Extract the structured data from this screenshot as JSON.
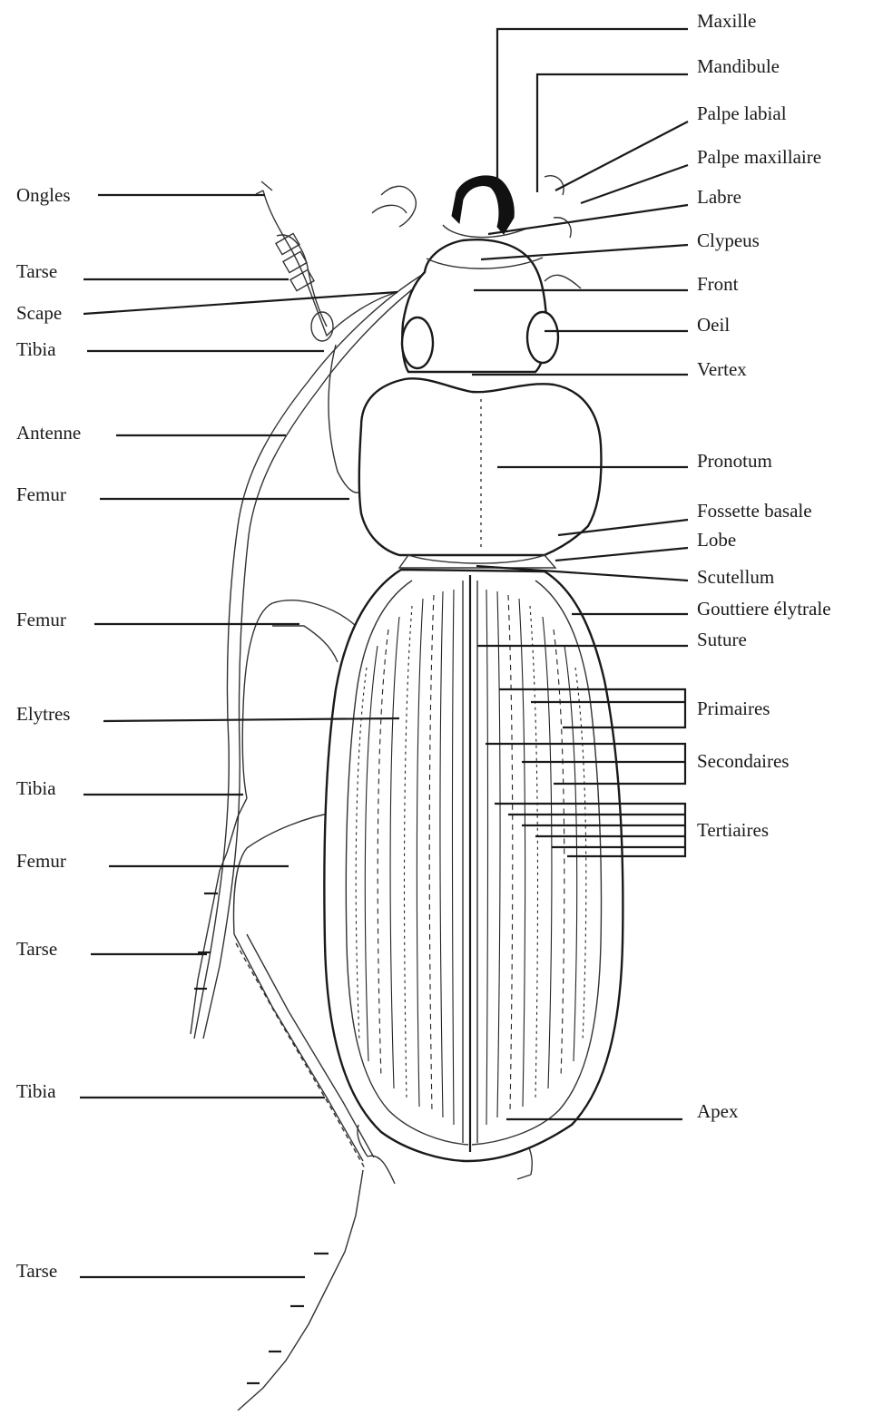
{
  "labels": {
    "left": [
      "Ongles",
      "Tarse",
      "Scape",
      "Tibia",
      "Antenne",
      "Femur",
      "Femur",
      "Elytres",
      "Tibia",
      "Femur",
      "Tarse",
      "Tibia",
      "Tarse"
    ],
    "right": [
      "Maxille",
      "Mandibule",
      "Palpe labial",
      "Palpe maxillaire",
      "Labre",
      "Clypeus",
      "Front",
      "Oeil",
      "Vertex",
      "Pronotum",
      "Fossette basale",
      "Lobe",
      "Scutellum",
      "Gouttiere élytrale",
      "Suture",
      "Primaires",
      "Secondaires",
      "Tertiaires",
      "Apex"
    ]
  }
}
